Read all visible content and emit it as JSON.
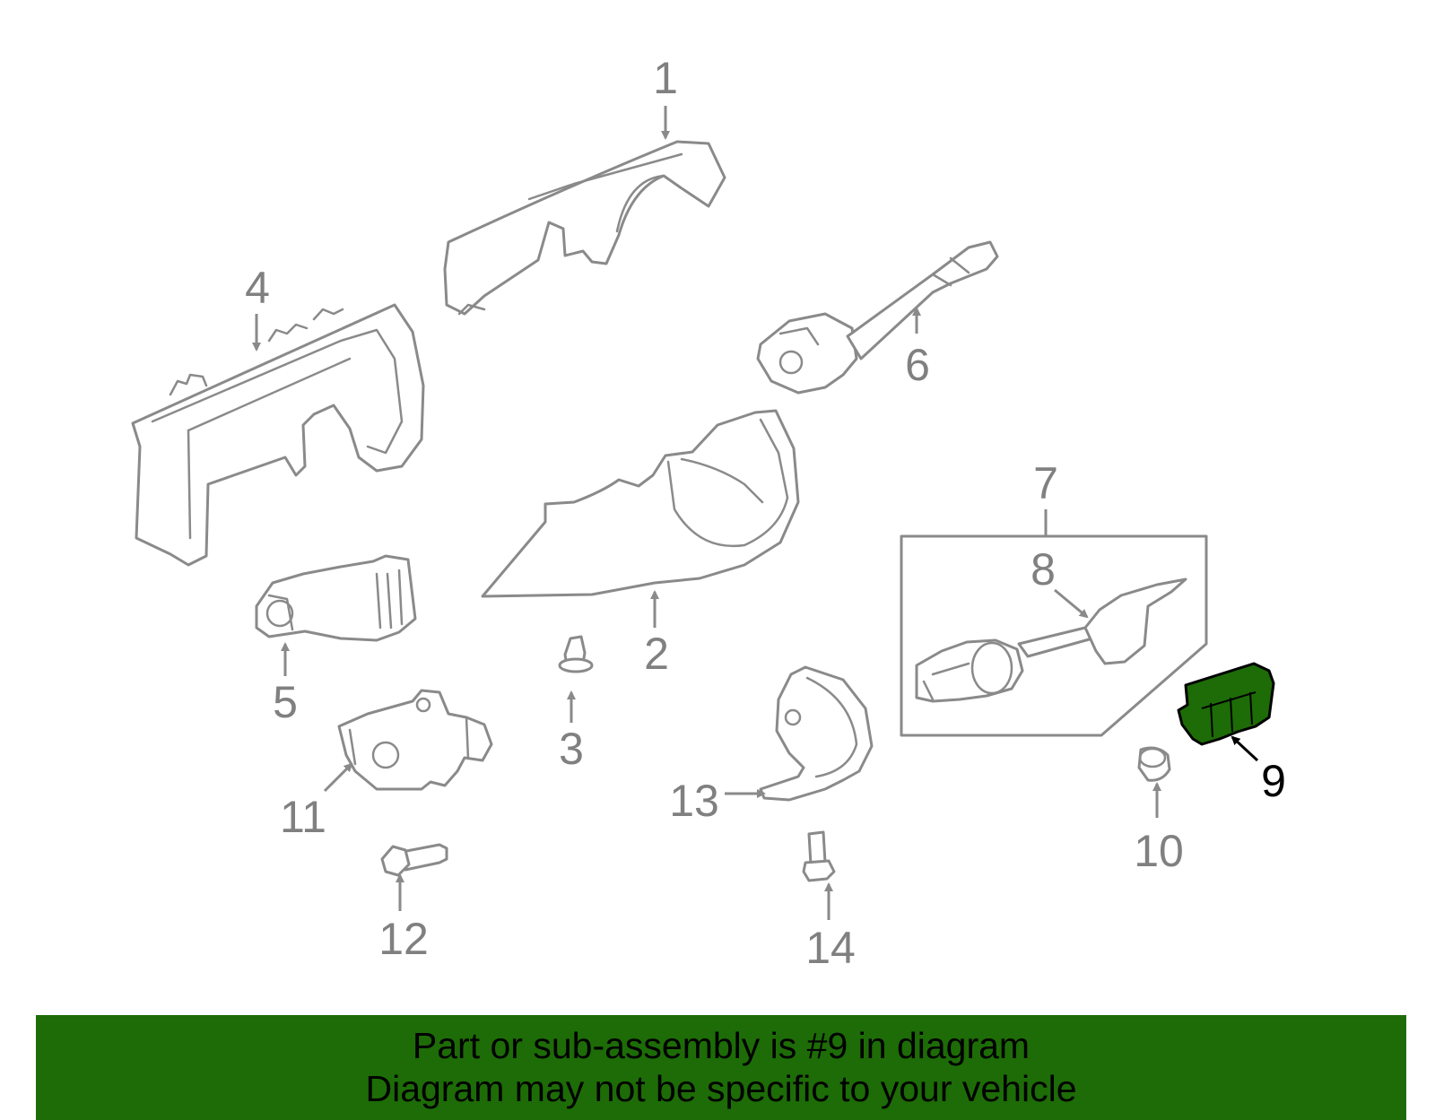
{
  "diagram": {
    "callouts": [
      "1",
      "2",
      "3",
      "4",
      "5",
      "6",
      "7",
      "8",
      "9",
      "10",
      "11",
      "12",
      "13",
      "14"
    ],
    "highlighted_part": "9",
    "colors": {
      "line": "#8a8a8a",
      "callout": "#808080",
      "highlight_fill": "#1d6c07",
      "highlight_callout": "#000000"
    }
  },
  "banner": {
    "line1": "Part or sub-assembly is #9 in diagram",
    "line2": "Diagram may not be specific to your vehicle",
    "color": "#1d6c07"
  }
}
